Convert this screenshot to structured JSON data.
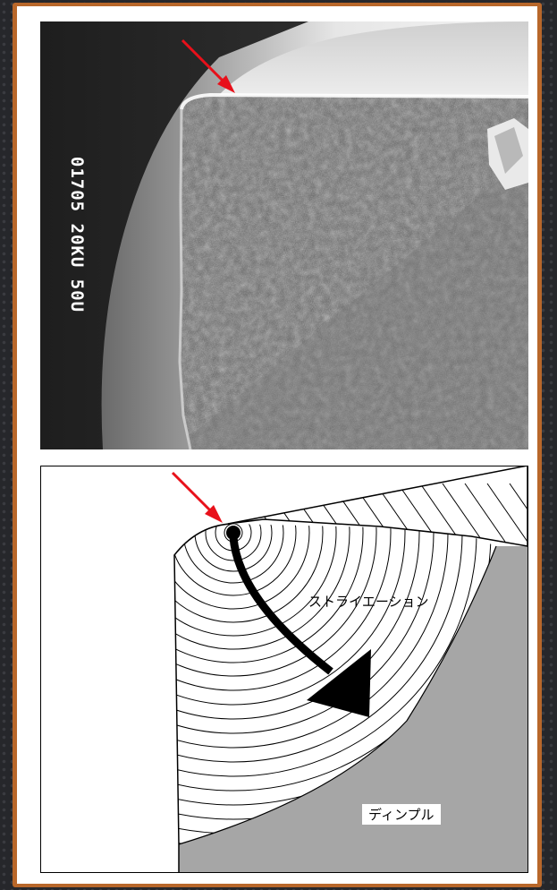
{
  "sem_photo": {
    "caption": "01705 20KU 50U"
  },
  "diagram": {
    "labels": {
      "striation": "ストライエーション",
      "dimple": "ディンプル"
    }
  },
  "colors": {
    "frame": "#b8672a",
    "background": "#26272b",
    "arrow": "#e8101a",
    "dimple_fill": "#a6a6a6"
  },
  "icons": [
    "crack-origin-arrow-icon",
    "propagation-arrow-icon"
  ]
}
